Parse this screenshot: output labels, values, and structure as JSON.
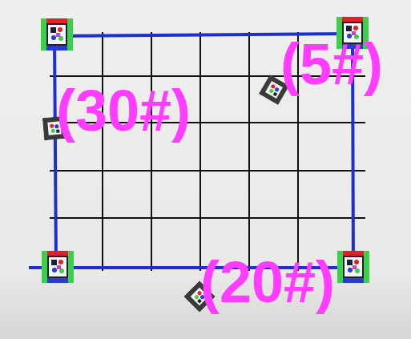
{
  "diagram": {
    "labels": [
      "(30#)",
      "(5#)",
      "(20#)"
    ]
  }
}
